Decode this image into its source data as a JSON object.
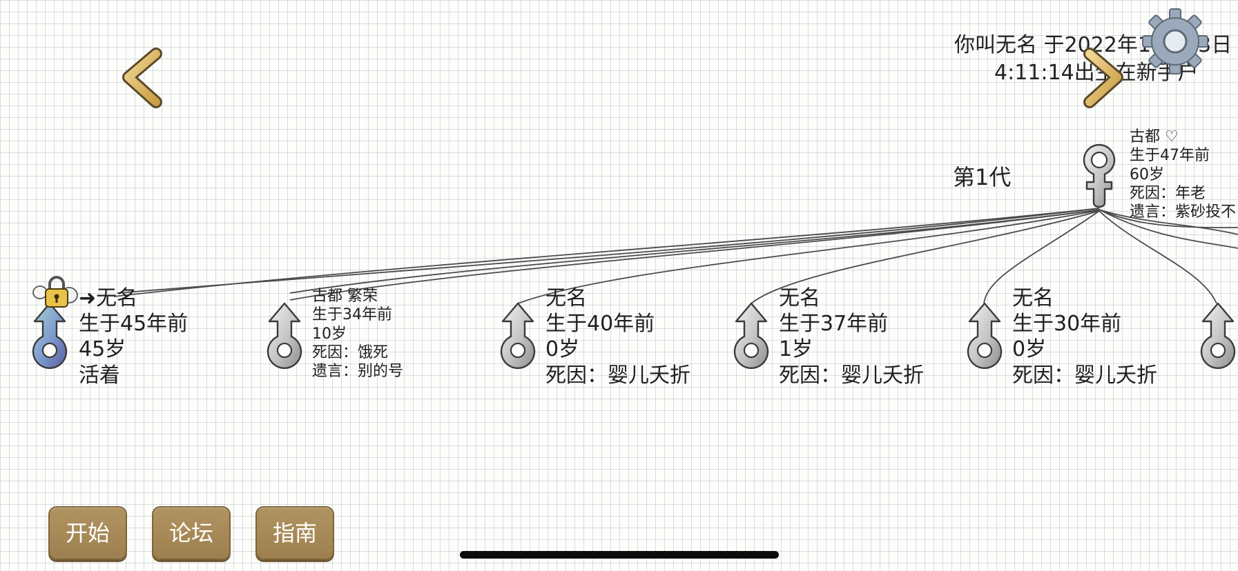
{
  "header": {
    "line1": "你叫无名 于2022年10月23日",
    "line2": "4:11:14出生在新手户"
  },
  "generation_label": "第1代",
  "parent": {
    "name": "古都 ♡",
    "born": "生于47年前",
    "age": "60岁",
    "death": "死因：年老",
    "will": "遗言：紫砂投不"
  },
  "children": [
    {
      "name": "➜无名",
      "born": "生于45年前",
      "age": "45岁",
      "status": "活着",
      "locked": true
    },
    {
      "name": "古都 繁荣",
      "born": "生于34年前",
      "age": "10岁",
      "status": "死因：饿死",
      "will": "遗言：别的号"
    },
    {
      "name": "无名",
      "born": "生于40年前",
      "age": "0岁",
      "status": "死因：婴儿夭折"
    },
    {
      "name": "无名",
      "born": "生于37年前",
      "age": "1岁",
      "status": "死因：婴儿夭折"
    },
    {
      "name": "无名",
      "born": "生于30年前",
      "age": "0岁",
      "status": "死因：婴儿夭折"
    }
  ],
  "buttons": {
    "start": "开始",
    "forum": "论坛",
    "guide": "指南"
  },
  "colors": {
    "button": "#a78a57",
    "male_alive": "#6f8fc0",
    "symbol_grey": "#c7c7c7",
    "arrow_gold": "#d8b466"
  },
  "icons": {
    "settings": "gear-icon",
    "prev": "chevron-left-icon",
    "next": "chevron-right-icon",
    "male": "male-symbol-icon",
    "female": "female-symbol-icon",
    "lock": "lock-icon"
  }
}
